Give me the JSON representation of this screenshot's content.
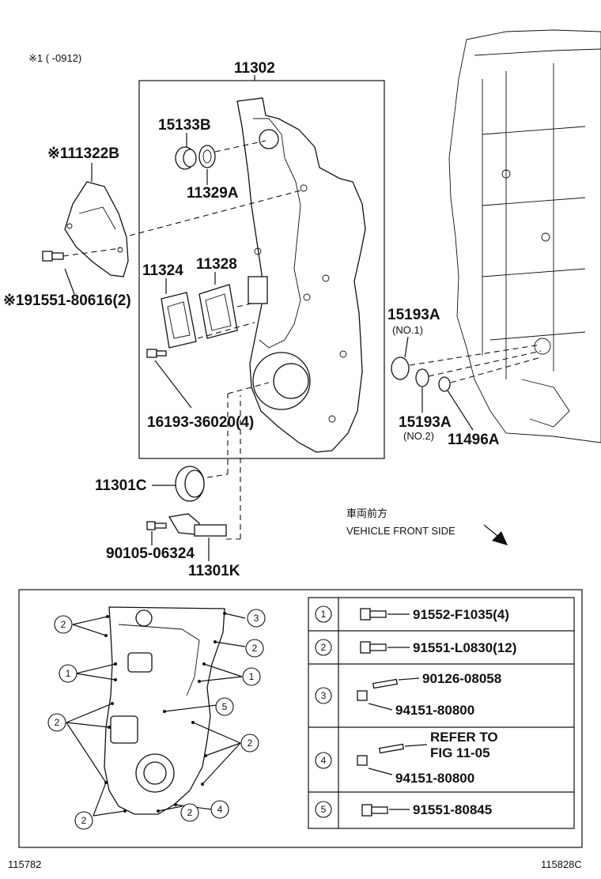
{
  "header": {
    "note": "※1 (      -0912)"
  },
  "labels": {
    "assembly": "11302",
    "p15133b": "15133B",
    "p11322b": "※111322B",
    "p11329a": "11329A",
    "p11324": "11324",
    "p11328": "11328",
    "p91551_80616": "※191551-80616(2)",
    "p16193": "16193-36020(4)",
    "p15193a_1": "15193A",
    "p15193a_1_sub": "(NO.1)",
    "p15193a_2": "15193A",
    "p15193a_2_sub": "(NO.2)",
    "p11496a": "11496A",
    "p11301c": "11301C",
    "p90105": "90105-06324",
    "p11301k": "11301K",
    "front_jp": "車両前方",
    "front_en": "VEHICLE FRONT SIDE"
  },
  "callouts": [
    "1",
    "2",
    "3",
    "4",
    "5"
  ],
  "legend": [
    {
      "key": "1",
      "parts": [
        "91552-F1035(4)"
      ]
    },
    {
      "key": "2",
      "parts": [
        "91551-L0830(12)"
      ]
    },
    {
      "key": "3",
      "parts": [
        "90126-08058",
        "94151-80800"
      ]
    },
    {
      "key": "4",
      "parts": [
        "REFER TO",
        "FIG 11-05",
        "94151-80800"
      ]
    },
    {
      "key": "5",
      "parts": [
        "91551-80845"
      ]
    }
  ],
  "footer": {
    "left": "115782",
    "right": "115828C"
  }
}
